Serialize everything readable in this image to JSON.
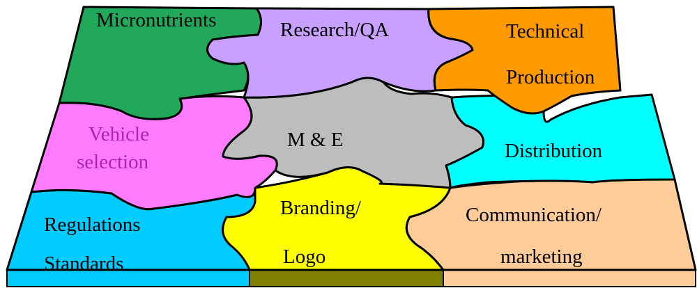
{
  "pieces": {
    "micronutrients": {
      "label": "Micronutrients",
      "color": "#22a85a"
    },
    "research_qa": {
      "label": "Research/QA",
      "color": "#c8a0ff"
    },
    "technical": {
      "label_line1": "Technical",
      "label_line2": "Production",
      "color": "#ff9a00"
    },
    "vehicle": {
      "label_line1": "Vehicle",
      "label_line2": "selection",
      "color": "#ff7bff",
      "text_color": "#b021b0"
    },
    "me": {
      "label": "M & E",
      "color": "#bdbdbd"
    },
    "distribution": {
      "label": "Distribution",
      "color": "#00ffff"
    },
    "regulations": {
      "label_line1": "Regulations",
      "label_line2": "Standards",
      "color": "#00ccff"
    },
    "branding": {
      "label_line1": "Branding/",
      "label_line2": "Logo",
      "color": "#ffff00"
    },
    "communication": {
      "label_line1": "Communication/",
      "label_line2": "marketing",
      "color": "#ffcc99"
    }
  },
  "base_edge_colors": [
    "#00ccff",
    "#7f7f00",
    "#ffcc99"
  ]
}
